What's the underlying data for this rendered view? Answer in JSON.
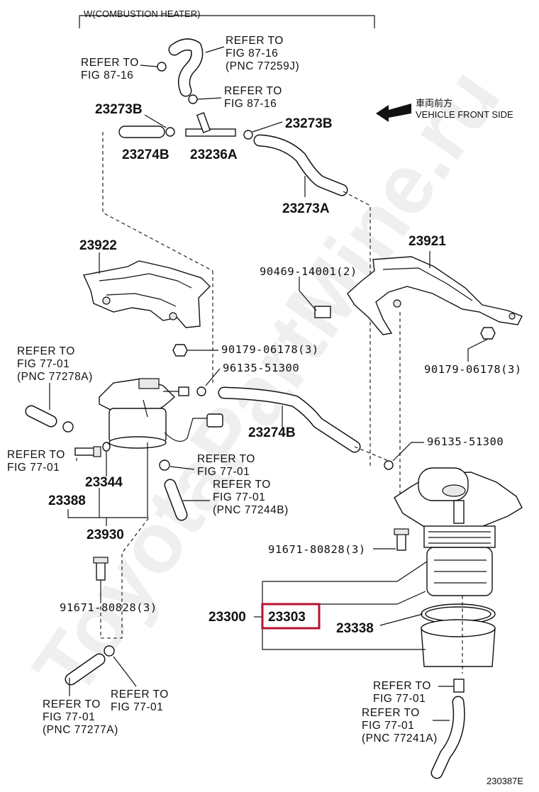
{
  "diagram": {
    "section_label": "W(COMBUSTION HEATER)",
    "direction": {
      "label_jp": "車両前方",
      "label_en": "VEHICLE FRONT SIDE"
    },
    "watermark": "ToyotaPartMine.ru",
    "figure_code": "230387E",
    "highlight_color": "#b5122f",
    "parts": {
      "p23273B_a": "23273B",
      "p23274B_a": "23274B",
      "p23236A": "23236A",
      "p23273B_b": "23273B",
      "p23273A": "23273A",
      "p23922": "23922",
      "p23921": "23921",
      "p90469": "90469-14001(2)",
      "p90179_a": "90179-06178(3)",
      "p90179_b": "90179-06178(3)",
      "p96135_a": "96135-51300",
      "p96135_b": "96135-51300",
      "p23274B_b": "23274B",
      "p23344": "23344",
      "p23388": "23388",
      "p23930": "23930",
      "p91671_a": "91671-80828(3)",
      "p91671_b": "91671-80828(3)",
      "p23300": "23300",
      "p23303": "23303",
      "p23338": "23338"
    },
    "refs": {
      "r1": [
        "REFER TO",
        "FIG 87-16",
        "(PNC 77259J)"
      ],
      "r2": [
        "REFER TO",
        "FIG 87-16"
      ],
      "r3": [
        "REFER TO",
        "FIG 87-16"
      ],
      "r4": [
        "REFER TO",
        "FIG 77-01",
        "(PNC 77278A)"
      ],
      "r5": [
        "REFER TO",
        "FIG 77-01"
      ],
      "r6": [
        "REFER TO",
        "FIG 77-01"
      ],
      "r7": [
        "REFER TO",
        "FIG 77-01",
        "(PNC 77244B)"
      ],
      "r8": [
        "REFER TO",
        "FIG 77-01",
        "(PNC 77277A)"
      ],
      "r9": [
        "REFER TO",
        "FIG 77-01"
      ],
      "r10": [
        "REFER TO",
        "FIG 77-01"
      ],
      "r11": [
        "REFER TO",
        "FIG 77-01",
        "(PNC 77241A)"
      ]
    }
  }
}
